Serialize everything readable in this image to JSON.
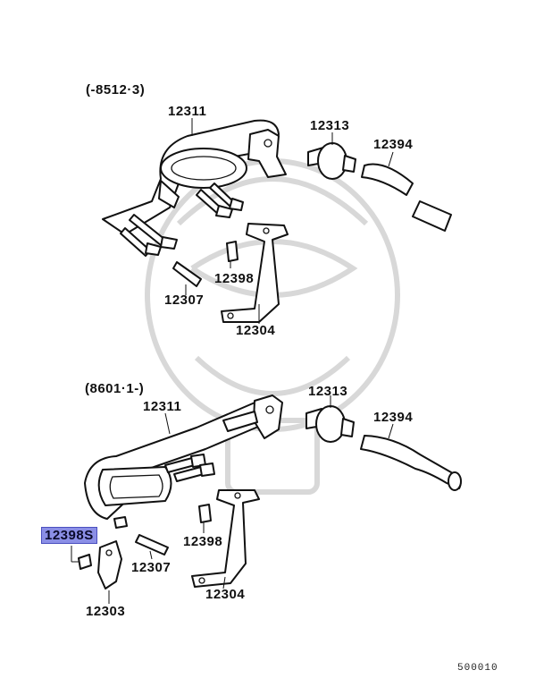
{
  "top_group": {
    "header": "(-8512·3)",
    "labels": {
      "p12311": "12311",
      "p12313": "12313",
      "p12394": "12394",
      "p12398": "12398",
      "p12307": "12307",
      "p12304": "12304"
    }
  },
  "bottom_group": {
    "header": "(8601·1-)",
    "labels": {
      "p12311": "12311",
      "p12313": "12313",
      "p12394": "12394",
      "p12398s": "12398S",
      "p12398": "12398",
      "p12307": "12307",
      "p12304": "12304",
      "p12303": "12303"
    }
  },
  "figure_code": "500010",
  "colors": {
    "highlight": "#8b8fe6",
    "line": "#111111",
    "watermark": "#d8d8d8"
  }
}
